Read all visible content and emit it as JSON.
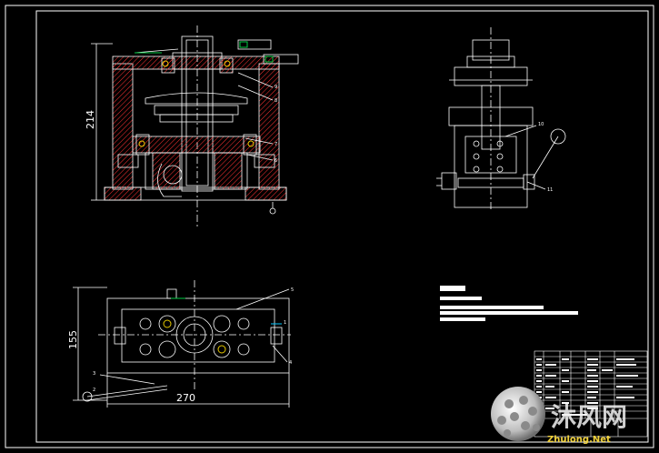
{
  "drawing": {
    "colors": {
      "background": "#000000",
      "line": "#ffffff",
      "hatch": "#ff3333",
      "green": "#00cc44",
      "yellow": "#e6c800",
      "cyan": "#00c8ff"
    },
    "dimensions": {
      "front_height": "214",
      "top_height": "155",
      "top_width": "270"
    },
    "balloons": [
      "9",
      "8",
      "7",
      "6",
      "10",
      "11",
      "5",
      "4",
      "3",
      "2",
      "1"
    ],
    "watermark": {
      "main": "沐风网",
      "url": "Zhulong.Net"
    }
  }
}
